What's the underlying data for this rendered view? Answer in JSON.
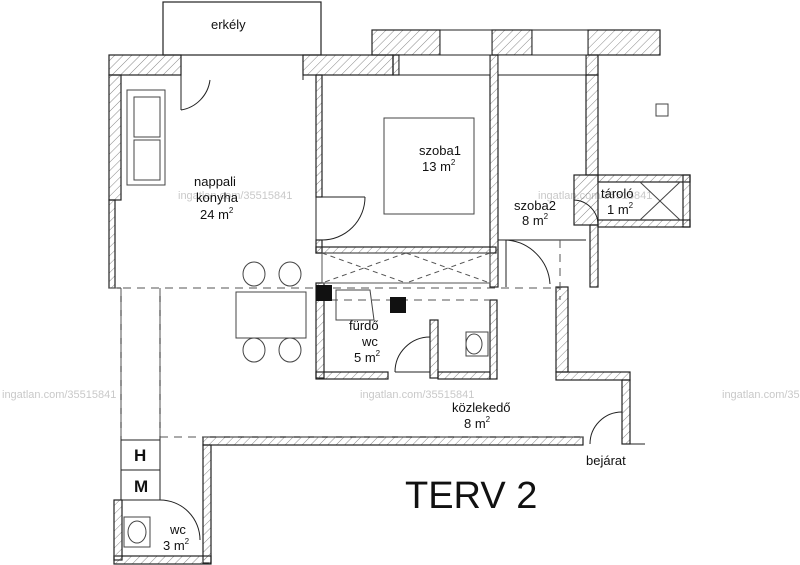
{
  "labels": {
    "balcony": "erkély",
    "living_line1": "nappali",
    "living_line2": "konyha",
    "living_area": "24 m",
    "room1_name": "szoba1",
    "room1_area": "13 m",
    "room2_name": "szoba2",
    "room2_area": "8 m",
    "storage_name": "tároló",
    "storage_area": "1 m",
    "bath_name": "fürdő",
    "bath_line2": "wc",
    "bath_area": "5 m",
    "hall_name": "közlekedő",
    "hall_area": "8 m",
    "entrance": "bejárat",
    "wc_name": "wc",
    "wc_area": "3 m",
    "sq_exp": "2",
    "shaft_h": "H",
    "shaft_m": "M"
  },
  "title": "TERV 2",
  "watermark": "ingatlan.com/35515841",
  "colors": {
    "wall": "#222222",
    "hatch": "#888888",
    "dash": "#555555"
  }
}
